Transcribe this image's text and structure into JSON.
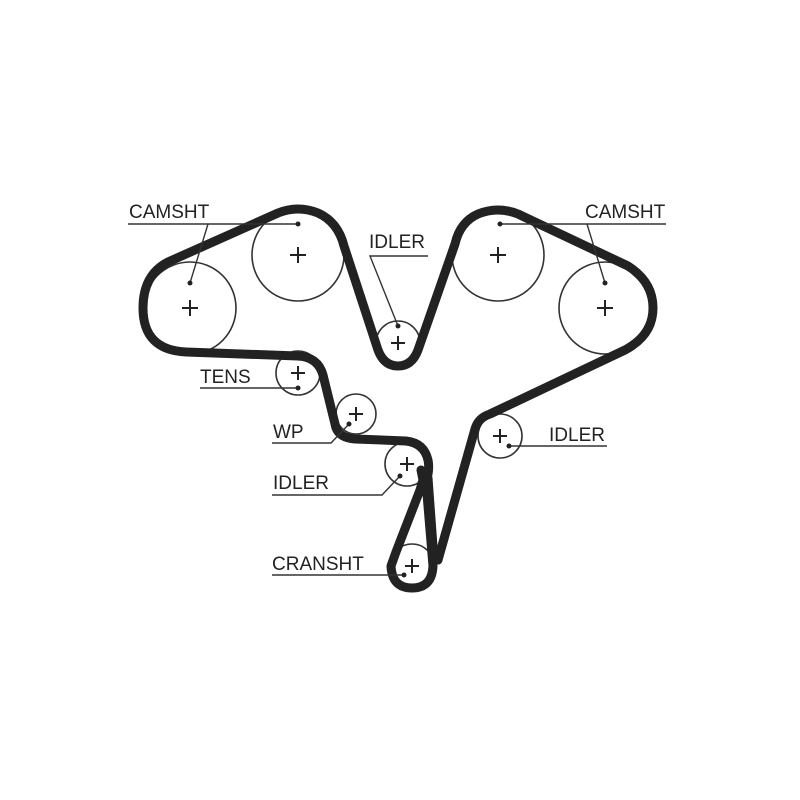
{
  "colors": {
    "belt": "#222222",
    "line": "#333333",
    "background": "#ffffff"
  },
  "labels": {
    "camshaft_left": "CAMSHT",
    "camshaft_right": "CAMSHT",
    "idler_top": "IDLER",
    "tensioner": "TENS",
    "water_pump": "WP",
    "idler_lower_left": "IDLER",
    "idler_right": "IDLER",
    "crankshaft": "CRANSHT"
  }
}
